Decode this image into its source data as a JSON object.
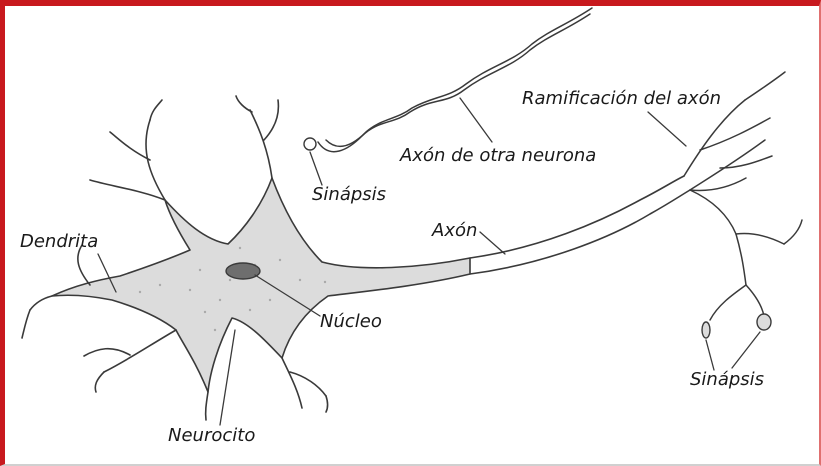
{
  "diagram": {
    "labels": {
      "dendrita": "Dendrita",
      "neurocito": "Neurocito",
      "nucleo": "Núcleo",
      "sinapsis_top": "Sinápsis",
      "axon_otra_neurona": "Axón de otra neurona",
      "axon": "Axón",
      "ramificacion": "Ramificación del axón",
      "sinapsis_bottom": "Sinápsis"
    },
    "colors": {
      "frame": "#c8191e",
      "cell_body_fill": "#dcdcdc",
      "nucleus_fill": "#6e6e6e",
      "stroke": "#3a3a3a"
    }
  }
}
